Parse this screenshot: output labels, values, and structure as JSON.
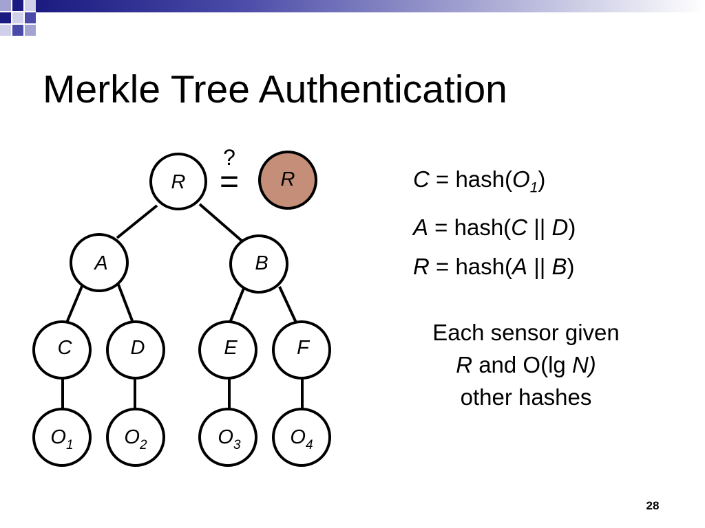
{
  "title": "Merkle Tree Authentication",
  "tree": {
    "nodes": {
      "root": "R",
      "a": "A",
      "b": "B",
      "c": "C",
      "d": "D",
      "e": "E",
      "f": "F",
      "o1": "O",
      "o1_sub": "1",
      "o2": "O",
      "o2_sub": "2",
      "o3": "O",
      "o3_sub": "3",
      "o4": "O",
      "o4_sub": "4"
    },
    "compare_question": "?",
    "compare_equals": "=",
    "given_root": "R",
    "given_root_color": "#c48e78"
  },
  "formulas": [
    {
      "lhs": "C",
      "op": " = hash(",
      "arg1": "O",
      "arg1_sub": "1",
      "sep": "",
      "arg2": "",
      "close": ")"
    },
    {
      "lhs": "A",
      "op": " = hash(",
      "arg1": "C",
      "arg1_sub": "",
      "sep": " || ",
      "arg2": "D",
      "close": ")"
    },
    {
      "lhs": "R",
      "op": " = hash(",
      "arg1": "A",
      "arg1_sub": "",
      "sep": " || ",
      "arg2": "B",
      "close": ")"
    }
  ],
  "note": {
    "line1": "Each sensor given",
    "line2_var": "R",
    "line2_mid": " and O(lg ",
    "line2_var2": "N",
    "line2_end": ")",
    "line3": "other hashes"
  },
  "page_number": "28",
  "colors": {
    "accent_dark": "#1a1a80",
    "accent_mid": "#4a4aa8",
    "accent_light": "#a3a3d1"
  }
}
